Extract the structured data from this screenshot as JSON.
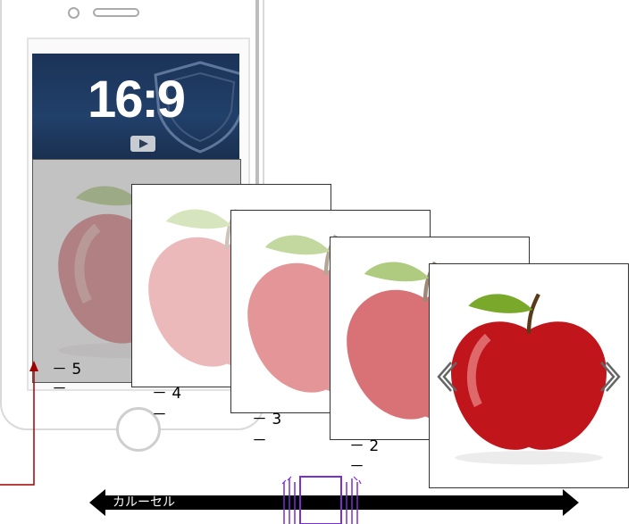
{
  "video": {
    "aspect_label": "16:9"
  },
  "slides": [
    {
      "number": "－ 5",
      "tick": "－"
    },
    {
      "number": "－ 4",
      "tick": "－"
    },
    {
      "number": "－ 3",
      "tick": "－"
    },
    {
      "number": "－ 2",
      "tick": "－"
    },
    {
      "number": "",
      "tick": ""
    }
  ],
  "nav": {
    "prev_glyph": "《",
    "next_glyph": "》"
  },
  "carousel": {
    "label": "カルーセル"
  },
  "colors": {
    "video_bg": "#1d3a60",
    "slide_border": "#333333",
    "connector": "#a00000",
    "indicator": "#7b2fd0",
    "bar": "#000000"
  }
}
